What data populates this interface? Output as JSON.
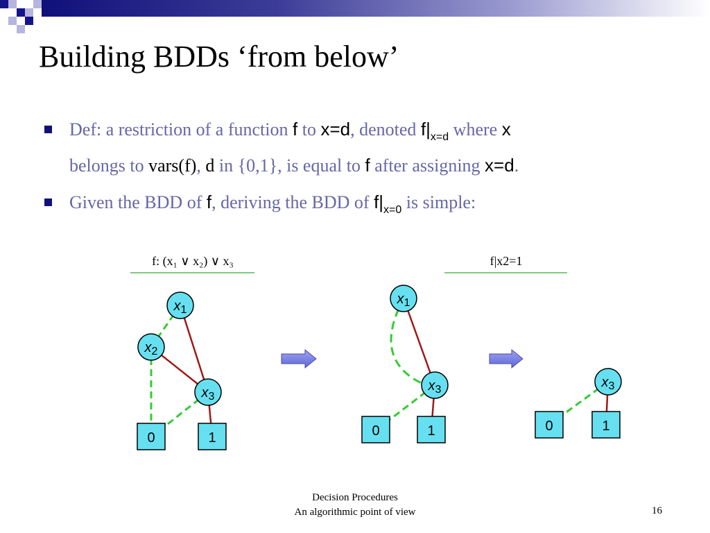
{
  "slide": {
    "title": "Building BDDs ‘from below’",
    "bullet1": {
      "t1": "Def: a restriction of a function ",
      "f1": "f",
      "t2": " to ",
      "xd1": "x=d",
      "t3": ", denoted ",
      "f2": "f|",
      "sub1": "x=d",
      "t4": " where ",
      "x1": "x",
      "t5": "belongs to ",
      "vars": "vars(f)",
      "t6": ", ",
      "d": "d",
      "t7": " in {0,1}, is equal to ",
      "f3": "f",
      "t8": " after assigning ",
      "xd2": "x=d",
      "t9": "."
    },
    "bullet2": {
      "t1": "Given the BDD of ",
      "f1": "f",
      "t2": ", deriving the BDD of ",
      "f2": "f|",
      "sub": "x=0",
      "t3": " is simple:"
    }
  },
  "diagram": {
    "label_left": "f: (x₁ ∨ x₂) ∨ x₃",
    "label_right": "f|x2=1",
    "node_x1": "x",
    "node_x1_sub": "1",
    "node_x2": "x",
    "node_x2_sub": "2",
    "node_x3": "x",
    "node_x3_sub": "3",
    "terminal_0": "0",
    "terminal_1": "1",
    "colors": {
      "node_fill": "#66e0f0",
      "high_edge": "#a01818",
      "low_edge": "#33cc33",
      "arrow": "#7a82e8",
      "underline": "#33aa33"
    }
  },
  "footer": {
    "line1": "Decision Procedures",
    "line2": "An algorithmic point of view",
    "page": "16"
  }
}
